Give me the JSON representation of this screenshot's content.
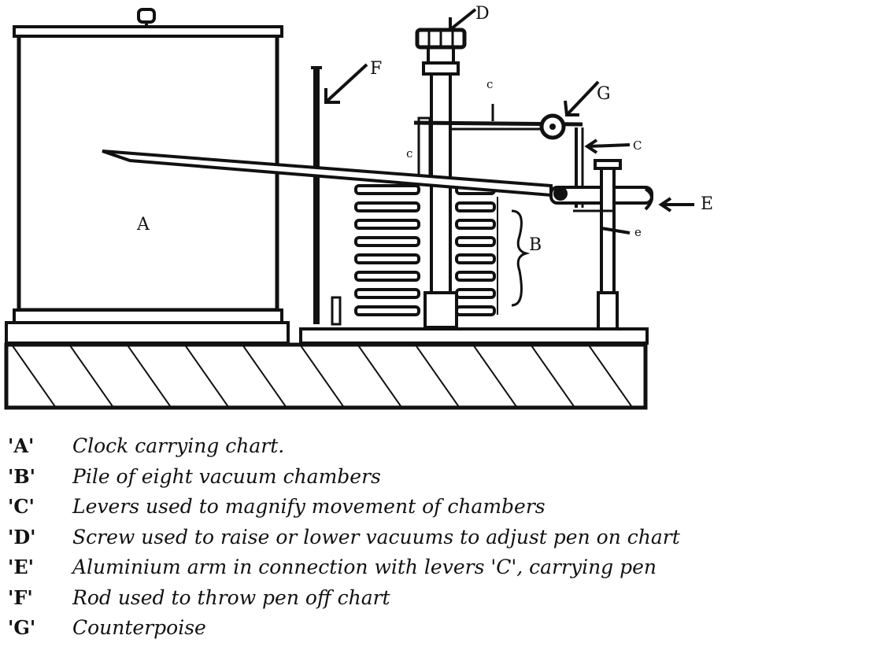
{
  "diagram": {
    "labels": {
      "A": "A",
      "B": "B",
      "C": "C",
      "D": "D",
      "E": "E",
      "F": "F",
      "G": "G",
      "c": "c",
      "e": "e"
    }
  },
  "legend": [
    {
      "key": "'A'",
      "text": "Clock carrying chart."
    },
    {
      "key": "'B'",
      "text": "Pile of eight vacuum chambers"
    },
    {
      "key": "'C'",
      "text": "Levers used to magnify movement of chambers"
    },
    {
      "key": "'D'",
      "text": "Screw used to raise or lower vacuums to adjust pen on chart"
    },
    {
      "key": "'E'",
      "text": "Aluminium arm in connection with levers 'C', carrying pen"
    },
    {
      "key": "'F'",
      "text": "Rod used to throw pen off chart"
    },
    {
      "key": "'G'",
      "text": "Counterpoise"
    }
  ]
}
